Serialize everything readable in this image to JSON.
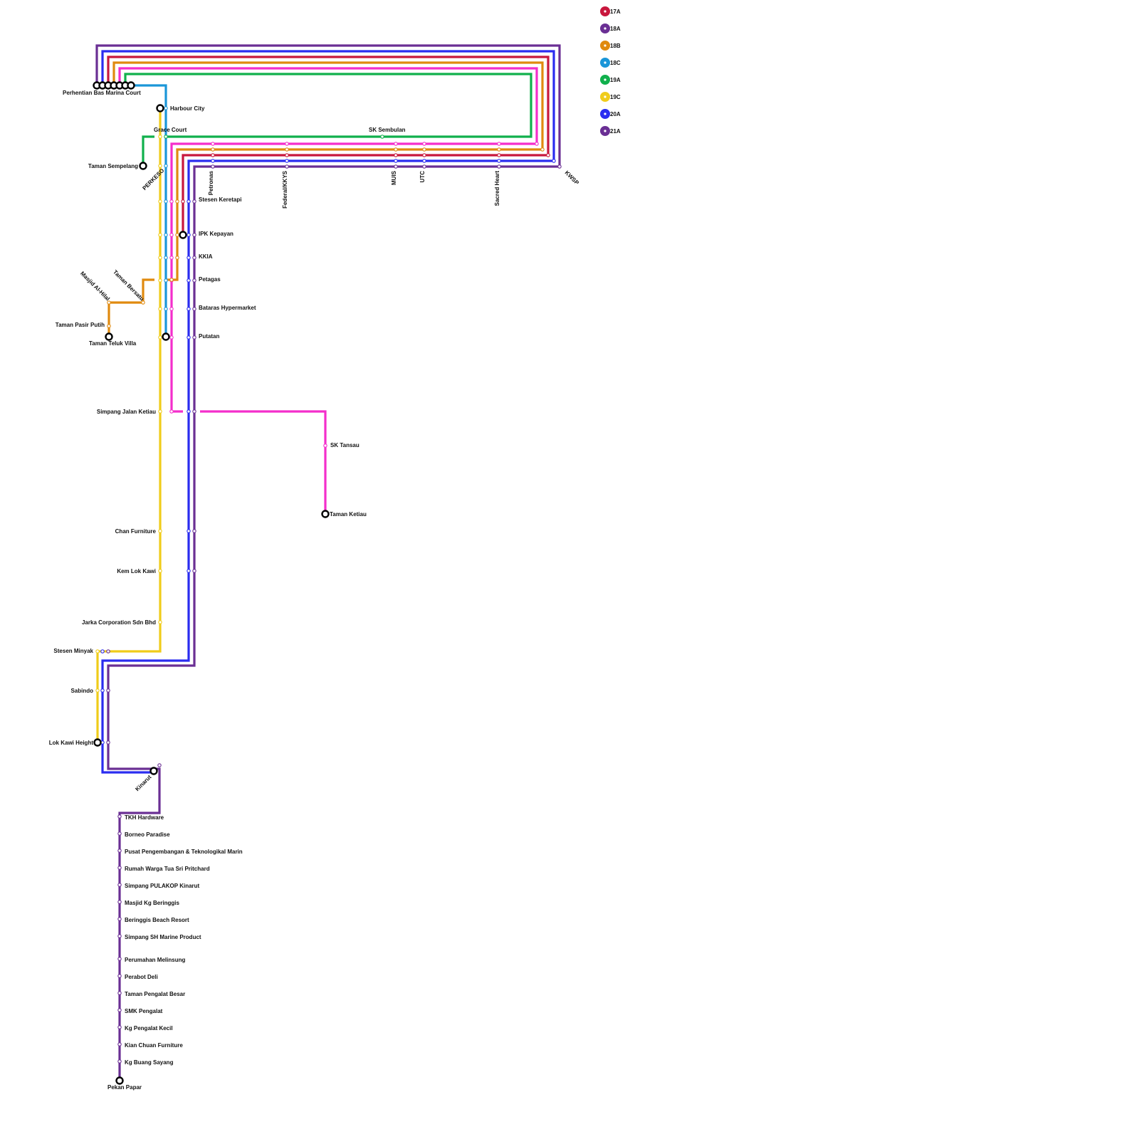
{
  "legend": [
    {
      "route": "17A",
      "color": "#c8173d"
    },
    {
      "route": "18A",
      "color": "#6a2f94"
    },
    {
      "route": "18B",
      "color": "#e08a0f"
    },
    {
      "route": "18C",
      "color": "#1a96d8"
    },
    {
      "route": "19A",
      "color": "#10b04c"
    },
    {
      "route": "19C",
      "color": "#f0cc1a"
    },
    {
      "route": "20A",
      "color": "#2a2cf0"
    },
    {
      "route": "21A",
      "color": "#6a2f94"
    }
  ],
  "extra_color": {
    "name": "pink",
    "color": "#f42ecb"
  },
  "stations": {
    "perhentian_bas": "Perhentian Bas Marina Court",
    "harbour_city": "Harbour City",
    "grace_court": "Grace Court",
    "sk_sembulan": "SK Sembulan",
    "taman_sempelang": "Taman Sempelang",
    "perkeso": "PERKESO",
    "petronas": "Petronas",
    "federal_kkys": "Federal/KKYS",
    "muis": "MUIS",
    "utc": "UTC",
    "sacred_heart": "Sacred Heart",
    "kwsp": "KWSP",
    "stesen_keretapi": "Stesen Keretapi",
    "ipk_kepayan": "IPK Kepayan",
    "kkia": "KKIA",
    "petagas": "Petagas",
    "bataras": "Bataras Hypermarket",
    "putatan": "Putatan",
    "masjid_al_hilal": "Masjid Al-Hilal",
    "taman_bersatu": "Taman Bersatu",
    "taman_pasir_putih": "Taman Pasir Putih",
    "taman_teluk_villa": "Taman Teluk Villa",
    "simpang_jalan_ketiau": "Simpang Jalan Ketiau",
    "sk_tansau": "SK Tansau",
    "taman_ketiau": "Taman Ketiau",
    "chan_furniture": "Chan Furniture",
    "kem_lok_kawi": "Kem Lok Kawi",
    "jarka": "Jarka Corporation Sdn Bhd",
    "stesen_minyak": "Stesen Minyak",
    "sabindo": "Sabindo",
    "lok_kawi_height": "Lok Kawi Height",
    "kinarut": "Kinarut",
    "tkh_hardware": "TKH Hardware",
    "borneo_paradise": "Borneo Paradise",
    "pusat_pengembangan": "Pusat Pengembangan & Teknologikal Marin",
    "rumah_warga": "Rumah Warga Tua Sri Pritchard",
    "simpang_pulakop": "Simpang PULAKOP Kinarut",
    "masjid_kg_beringgis": "Masjid Kg Beringgis",
    "beringgis_beach": "Beringgis Beach Resort",
    "simpang_sh_marine": "Simpang SH Marine Product",
    "perumahan_melinsung": "Perumahan Melinsung",
    "perabot_deli": "Perabot Deli",
    "taman_pengalat_besar": "Taman Pengalat Besar",
    "smk_pengalat": "SMK Pengalat",
    "kg_pengalat_kecil": "Kg Pengalat Kecil",
    "kian_chuan": "Kian Chuan Furniture",
    "kg_buang_sayang": "Kg Buang Sayang",
    "pekan_papar": "Pekan Papar"
  }
}
